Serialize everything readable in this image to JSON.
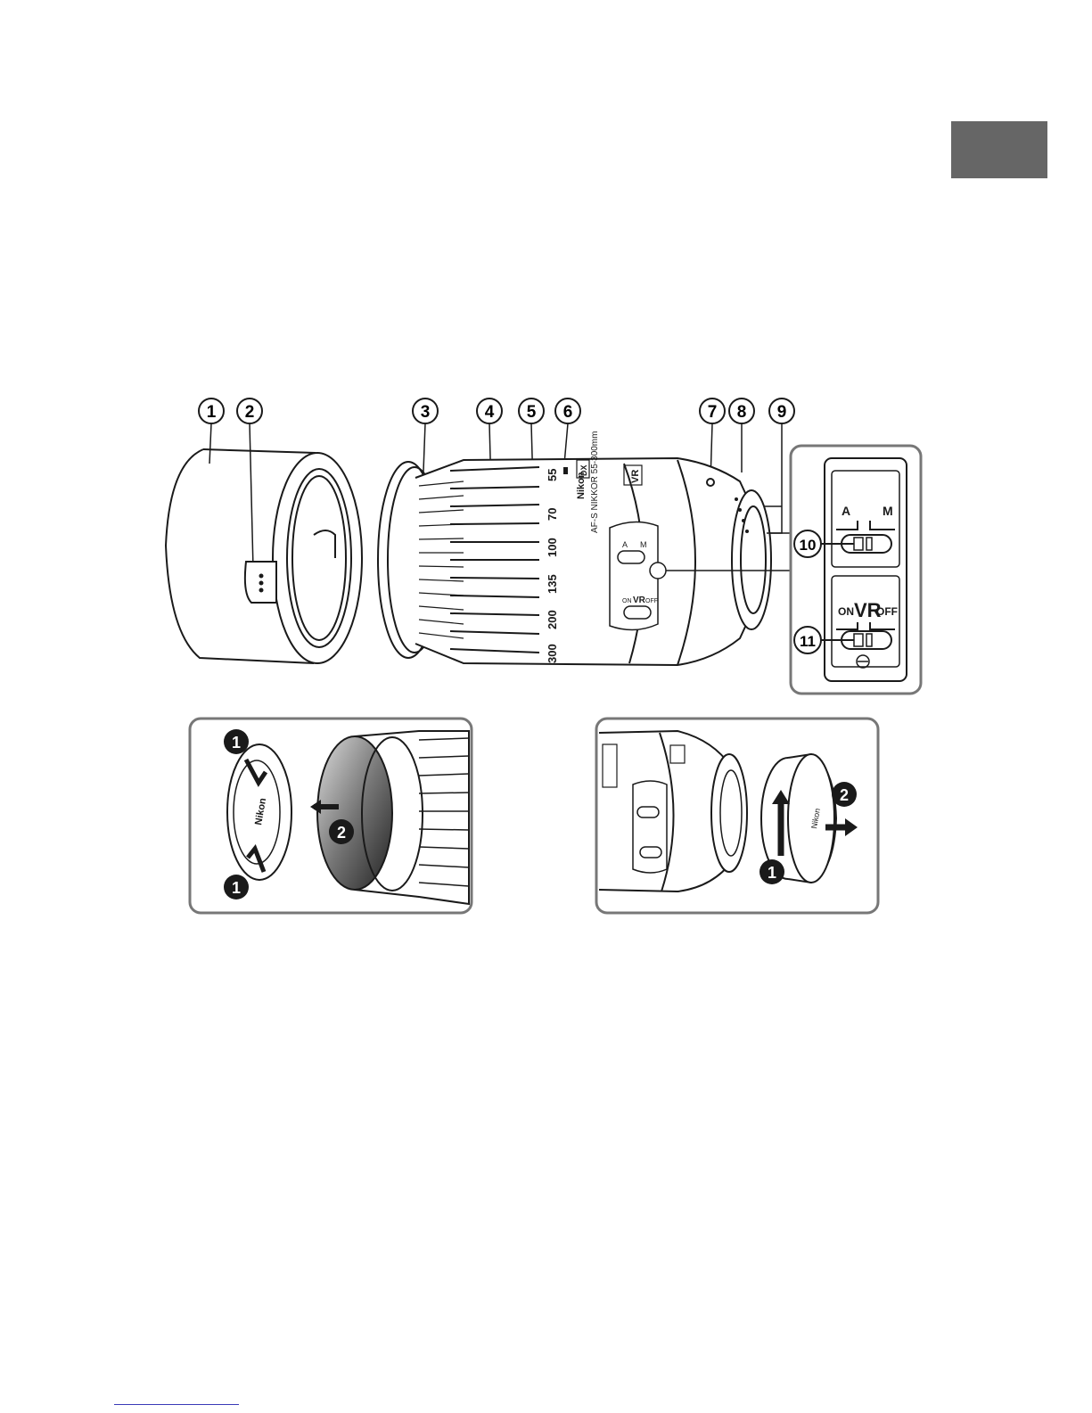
{
  "callouts": {
    "n1": "1",
    "n2": "2",
    "n3": "3",
    "n4": "4",
    "n5": "5",
    "n6": "6",
    "n7": "7",
    "n8": "8",
    "n9": "9",
    "n10": "10",
    "n11": "11"
  },
  "lens": {
    "brand": "Nikon",
    "model": "AF-S NIKKOR 55-300mm",
    "badge_dx": "DX",
    "badge_vr": "VR",
    "zoom_scale": [
      "55",
      "70",
      "100",
      "135",
      "200",
      "300"
    ]
  },
  "switch_panel": {
    "focus_mode_a": "A",
    "focus_mode_m": "M",
    "vr_on": "ON",
    "vr_label": "VR",
    "vr_off": "OFF"
  },
  "front_cap_panel": {
    "step1_top": "1",
    "step1_bottom": "1",
    "step2": "2",
    "cap_brand": "Nikon"
  },
  "rear_cap_panel": {
    "step1": "1",
    "step2": "2",
    "cap_brand": "Nikon"
  },
  "colors": {
    "language_tab": "#666666",
    "line_art": "#1a1a1a",
    "footer_link_line": "#3a3ab8"
  }
}
